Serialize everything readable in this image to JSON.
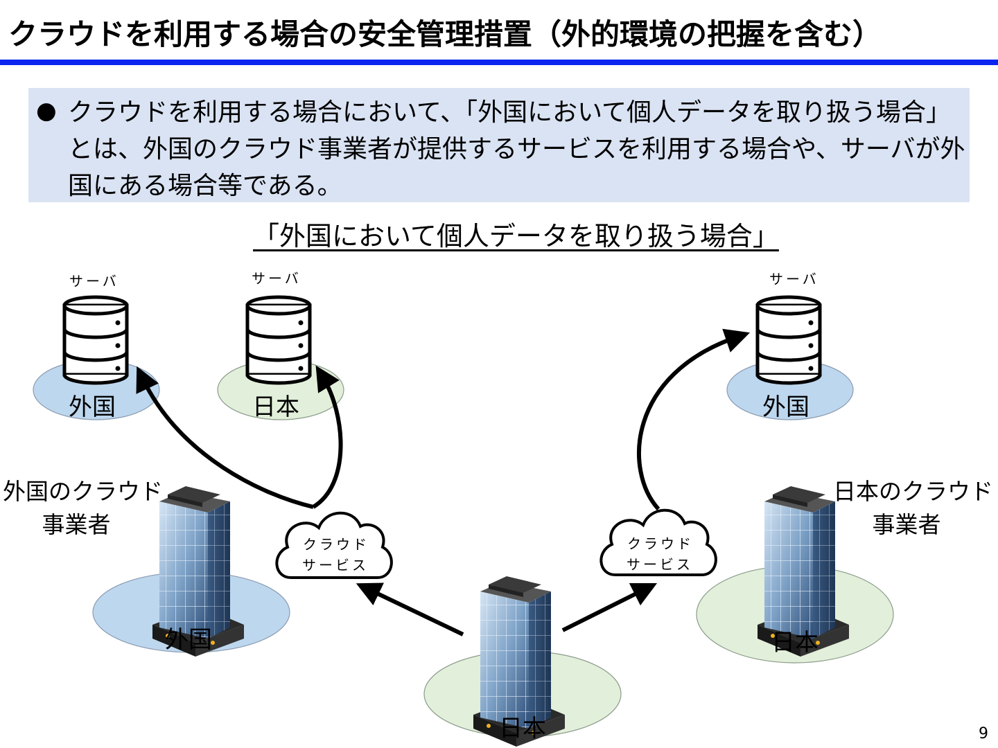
{
  "title": "クラウドを利用する場合の安全管理措置（外的環境の把握を含む）",
  "bullet": {
    "marker": "●",
    "text": "クラウドを利用する場合において、「外国において個人データを取り扱う場合」とは、外国のクラウド事業者が提供するサービスを利用する場合や、サーバが外国にある場合等である。"
  },
  "diagram": {
    "heading": "「外国において個人データを取り扱う場合」",
    "servers": [
      {
        "caption": "サーバ",
        "region": "外国"
      },
      {
        "caption": "サーバ",
        "region": "日本"
      },
      {
        "caption": "サーバ",
        "region": "外国"
      }
    ],
    "clouds": [
      {
        "line1": "クラウド",
        "line2": "サービス"
      },
      {
        "line1": "クラウド",
        "line2": "サービス"
      }
    ],
    "providers": [
      {
        "line1": "外国のクラウド",
        "line2": "事業者",
        "region": "外国"
      },
      {
        "line1": "日本のクラウド",
        "line2": "事業者",
        "region": "日本"
      }
    ],
    "user_region": "日本",
    "colors": {
      "foreign": "#bdd7ee",
      "japan": "#e2efda",
      "bullet_bg": "#dae3f3",
      "rule": "#0b24f0"
    }
  },
  "page_number": "9"
}
